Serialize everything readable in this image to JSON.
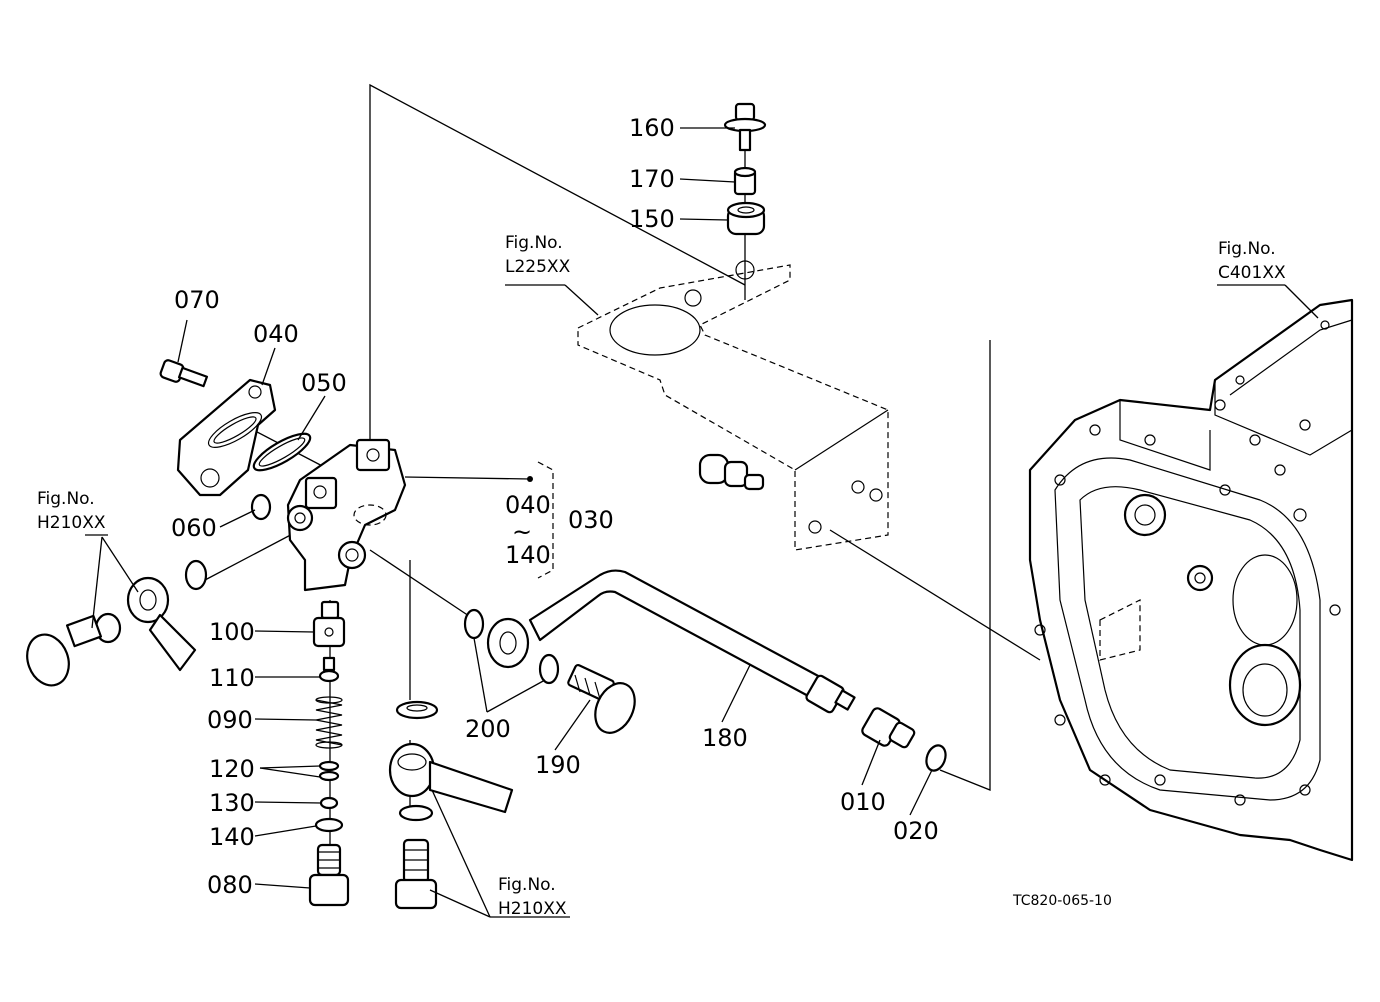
{
  "callouts": {
    "p010": "010",
    "p020": "020",
    "p030": "030",
    "p040": "040",
    "p050": "050",
    "p060": "060",
    "p070": "070",
    "p080": "080",
    "p090": "090",
    "p100": "100",
    "p110": "110",
    "p120": "120",
    "p130": "130",
    "p140": "140",
    "p150": "150",
    "p160": "160",
    "p170": "170",
    "p180": "180",
    "p190": "190",
    "p200": "200"
  },
  "group_range": {
    "from": "040",
    "tilde": "~",
    "to": "140"
  },
  "figure_refs": {
    "fig_label": "Fig.No.",
    "h210_left": "H210XX",
    "h210_bottom": "H210XX",
    "l225": "L225XX",
    "c401": "C401XX"
  },
  "drawing_code": "TC820-065-10"
}
